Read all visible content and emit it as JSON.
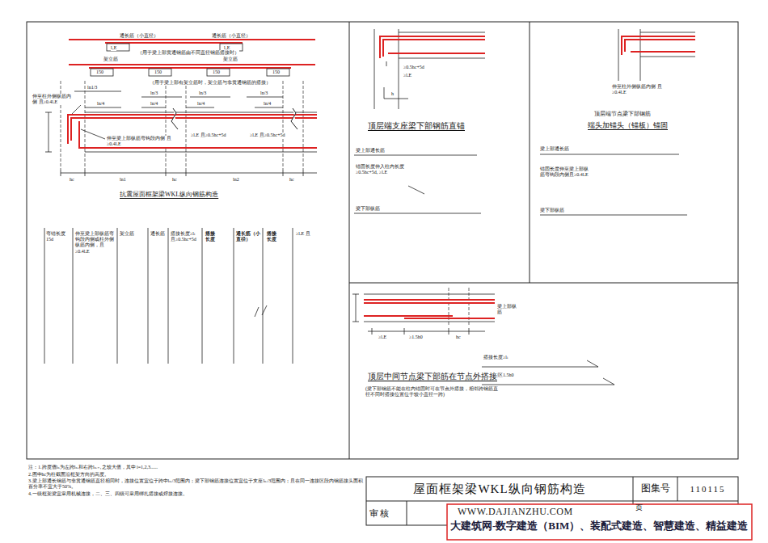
{
  "diagram": {
    "nodes": [
      {
        "text": [
          "屋面框架梁WKL纵向钢筋构造"
        ]
      },
      {
        "text": [
          "图集号"
        ]
      },
      {
        "text": [
          "110115"
        ]
      },
      {
        "text": [
          "审核"
        ]
      },
      {
        "text": [
          "页"
        ]
      }
    ],
    "labels": [
      "通长筋（小直径）",
      "通长筋（小直径）",
      "l₁E",
      "l₁E",
      "（用于梁上部贯通钢筋由不同直径钢筋搭接时）",
      "架立筋",
      "架立筋",
      "150",
      "150",
      "150",
      "150",
      "（用于梁上部有架立筋时，架立筋与非贯通钢筋的搭接）",
      "ln1/3",
      "ln/3",
      "ln/3",
      "ln/4",
      "ln/4",
      "ln/4",
      "ln/4",
      "ln/3",
      "伸至柱外侧纵筋内侧 且≥0.4lₐE",
      "伸至梁上部纵筋弯钩段内侧 且≥0.4lₐE",
      "≥lₐE 且≥0.5hc+5d",
      "≥lₐE 且≥0.5hc+5d",
      "hc",
      "ln1",
      "hc",
      "ln2",
      "hc",
      "抗震屋面框架梁WKL纵向钢筋构造",
      "弯锚长度15d",
      "伸至梁上部纵筋弯钩段内侧或柱外侧纵筋内侧，且≥0.4lₐE",
      "架立筋",
      "通长筋",
      "搭接长度≥lₗ且≥0.5hc+5d",
      "搭接长度",
      "通长筋（小直径）",
      "搭接长度",
      "≥lₐE 且",
      "≥0.5hc+5d",
      "≥lₐE",
      "h",
      "顶层端支座梁下部钢筋直锚",
      "梁上部通长筋",
      "锚固长度伸入柱内长度 ≥0.5hc+5d, ≥lₐE",
      "梁下部纵筋",
      "伸至柱外侧纵筋内侧 且≥0.4lₐE",
      "顶层端节点梁下部钢筋",
      "端头加锚头（锚板）锚固",
      "梁上部通长筋",
      "锚固长度伸至梁上部纵筋弯钩段内侧且≥0.4lₐE",
      "梁下部纵筋",
      "≥lₐE",
      "≥1.5h0",
      "hc",
      "梁上部纵筋",
      "搭接长度≥lₗ",
      "非搭接区1.5h0",
      "顶层中间节点梁下部筋在节点外搭接",
      "(梁下部钢筋不能在柱内锚固时可在节点外搭接，相邻跨钢筋直径不同时搭接位置位于较小直径一跨)",
      "注：1.跨度值lₙ为左跨lₙᵢ和右跨lₙᵢ₊₁之较大值，其中 i=1,2,3......",
      "2.图中hc为柱截面沿框架方向的高度。",
      "3.梁上部通长钢筋与非贯通钢筋直径相同时，连接位置宜位于跨中lₙᵢ/3范围内；梁下部钢筋连接位置宜位于支座lₙᵢ/3范围内；且在同一连接区段内钢筋接头面积百分率不宜大于50%。",
      "4.一级框架梁宜采用机械连接，二、三、四级可采用绑扎搭接或焊接连接。",
      "WWW.DAJIANZHU.COM",
      "大建筑网-数字建造（BIM）、装配式建造、智慧建造、精益建造"
    ]
  }
}
